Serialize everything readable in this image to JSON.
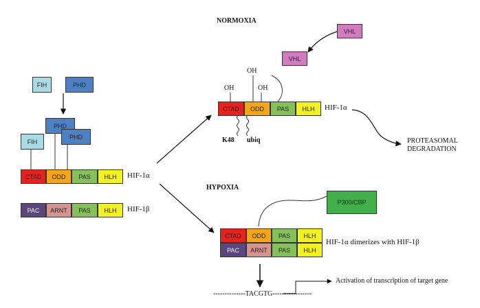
{
  "regulators": {
    "fih": "FIH",
    "phd": "PHD",
    "vhl": "VHL",
    "p300": "P300/CBP"
  },
  "domains": {
    "ctad": "CTAD",
    "odd": "ODD",
    "pas": "PAS",
    "hlh": "HLH",
    "pac": "PAC",
    "arnt": "ARNT"
  },
  "labels": {
    "hif1a": "HIF-1α",
    "hif1b": "HIF-1β",
    "normoxia": "NORMOXIA",
    "hypoxia": "HYPOXIA",
    "oh": "OH",
    "k48": "K48",
    "ubiq": "ubiq",
    "proteasomal": "PROTEASOMAL",
    "degradation": "DEGRADATION",
    "dimerizes": "HIF-1α dimerizes with HIF-1β",
    "activation": "Activation of transcription of target gene",
    "sequence": "--------------TACGTG-----------------"
  },
  "colors": {
    "ctad": "#e8211e",
    "odd": "#f6a516",
    "pas": "#86c05a",
    "hlh": "#f4f21c",
    "pac": "#5b477e",
    "arnt": "#d59490",
    "fih": "#a9dbe6",
    "phd": "#4e80c4",
    "vhl": "#d27bc0",
    "p300": "#41b04a"
  }
}
